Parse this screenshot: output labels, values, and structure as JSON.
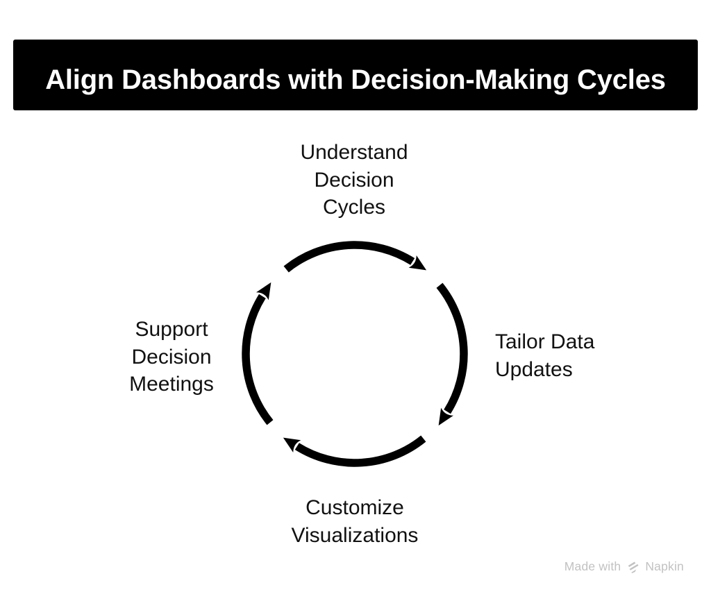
{
  "title": {
    "text": "Align Dashboards with Decision-Making Cycles"
  },
  "diagram": {
    "type": "cycle",
    "direction": "clockwise",
    "steps": [
      {
        "position": "top",
        "label": "Understand\nDecision\nCycles"
      },
      {
        "position": "right",
        "label": "Tailor Data\nUpdates"
      },
      {
        "position": "bottom",
        "label": "Customize\nVisualizations"
      },
      {
        "position": "left",
        "label": "Support\nDecision\nMeetings"
      }
    ]
  },
  "watermark": {
    "prefix": "Made with",
    "brand": "Napkin"
  },
  "colors": {
    "background": "#ffffff",
    "banner_bg": "#000000",
    "banner_text": "#ffffff",
    "arrow": "#000000",
    "label_text": "#111111",
    "watermark_text": "#c2c2c2"
  }
}
